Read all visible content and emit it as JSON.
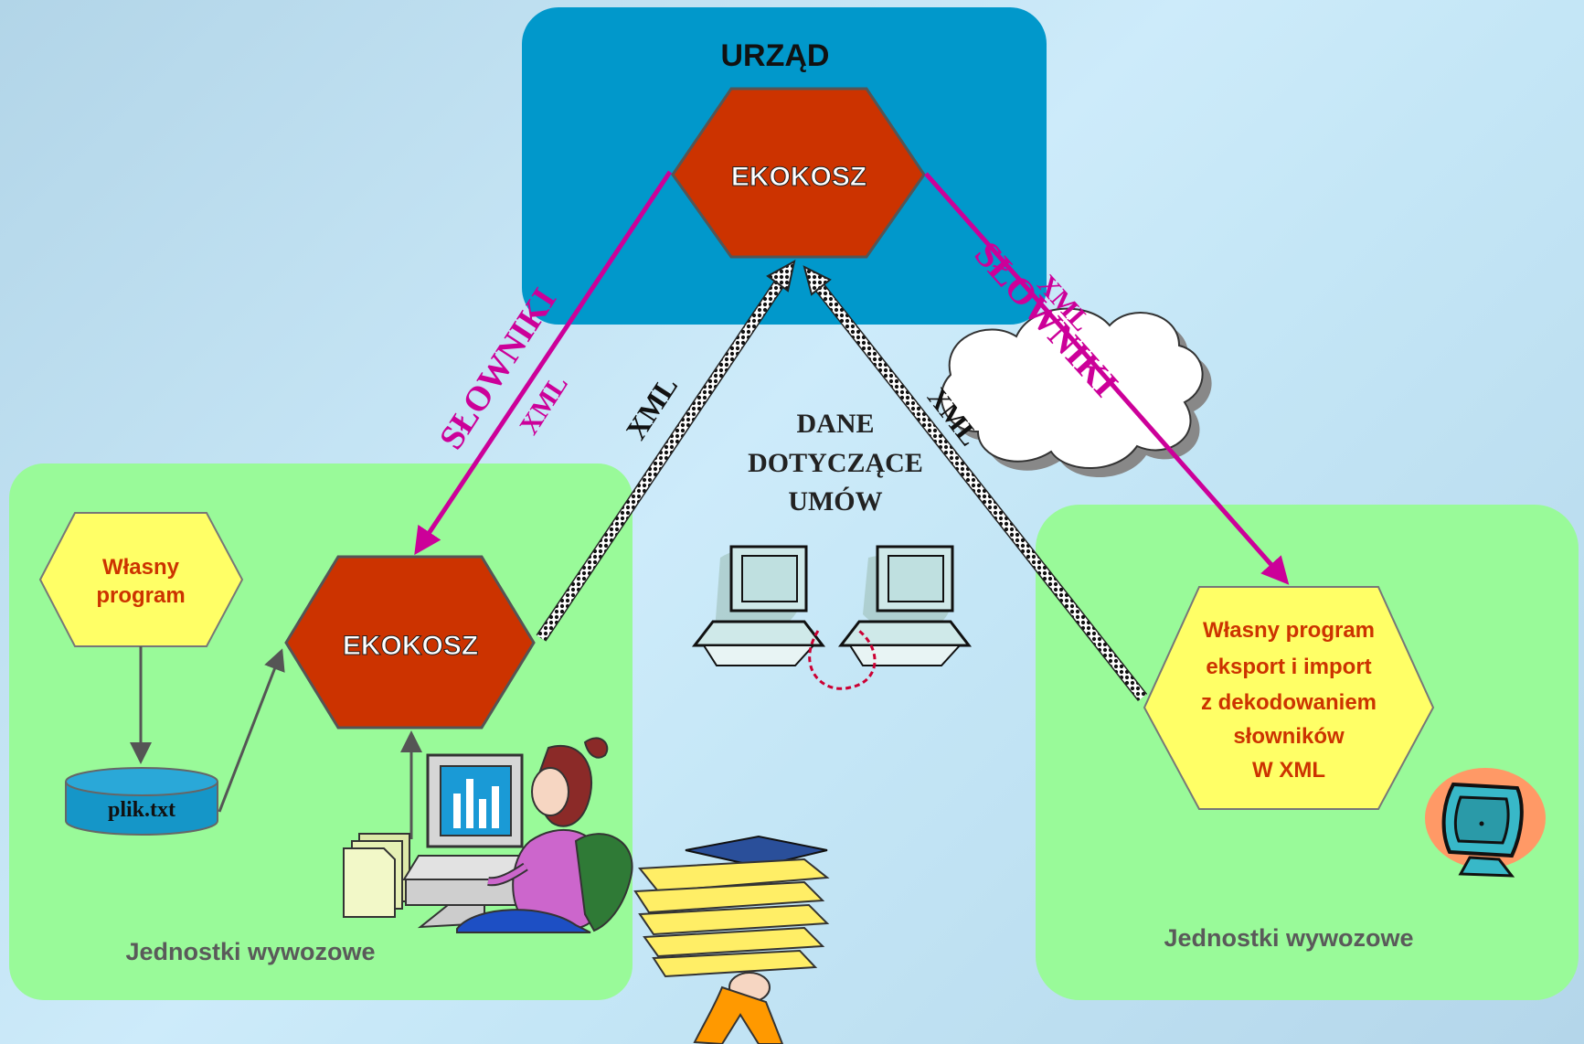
{
  "colors": {
    "urzad_box": "#0198cb",
    "unit_box": "#99fa99",
    "ekokosz_hex": "#cc3300",
    "program_hex": "#ffff66",
    "magenta_arrow": "#cc0099",
    "label_red": "#cc3300",
    "label_gray": "#5a5a5a"
  },
  "urzad": {
    "title": "URZĄD",
    "ekokosz": "EKOKOSZ"
  },
  "left_unit": {
    "program": [
      "Własny",
      "program"
    ],
    "file": "plik.txt",
    "ekokosz": "EKOKOSZ",
    "caption": "Jednostki wywozowe"
  },
  "right_unit": {
    "program": [
      "Własny program",
      "eksport i import",
      "z dekodowaniem",
      "słowników",
      "W XML"
    ],
    "caption": "Jednostki wywozowe"
  },
  "flows": {
    "left_slowniki": "SŁOWNIKI",
    "left_xml": "XML",
    "mid_left_xml": "XML",
    "mid_right_xml": "XML",
    "right_slowniki": "SŁOWNIKI",
    "right_xml": "XML"
  },
  "center_label": [
    "DANE",
    "DOTYCZĄCE",
    "UMÓW"
  ],
  "icons": {
    "networked_computers": "networked-computers-icon",
    "woman_at_computer": "woman-at-computer-icon",
    "document_stack": "document-stack-icon",
    "paper_carrier": "person-carrying-papers-icon",
    "monitor": "monitor-icon",
    "cloud": "cloud-icon",
    "database": "database-cylinder-icon"
  }
}
